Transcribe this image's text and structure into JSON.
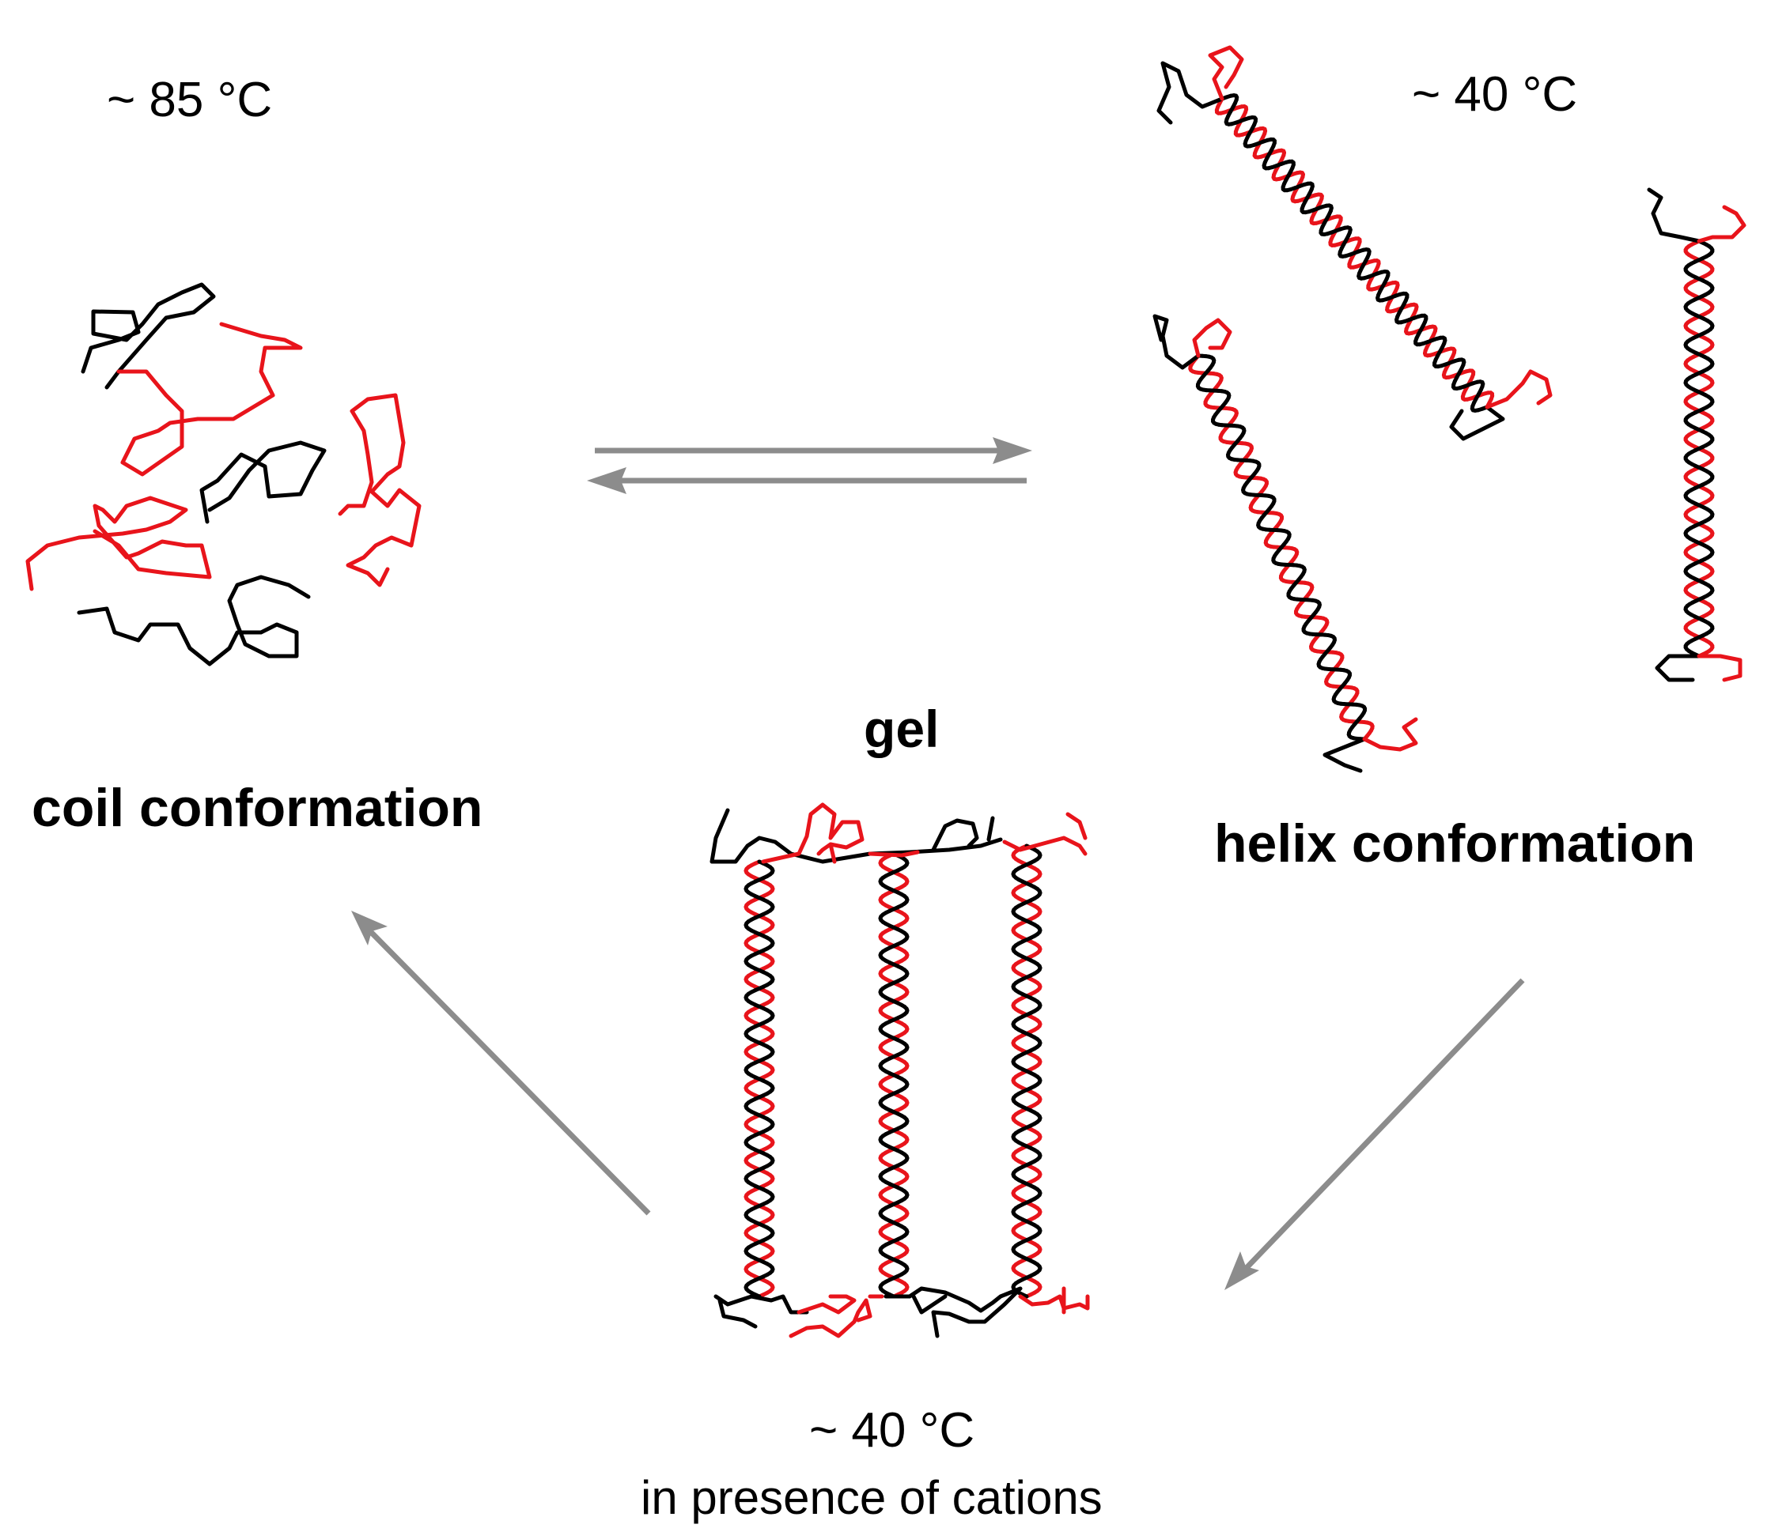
{
  "labels": {
    "coil_temp": "~ 85 °C",
    "coil_title": "coil conformation",
    "helix_temp": "~ 40 °C",
    "helix_title": "helix conformation",
    "gel_title": "gel",
    "gel_temp": "~ 40 °C",
    "gel_condition": "in presence of cations"
  },
  "colors": {
    "strand_a": "#000000",
    "strand_b": "#e8141b",
    "arrow": "#8c8c8c"
  }
}
